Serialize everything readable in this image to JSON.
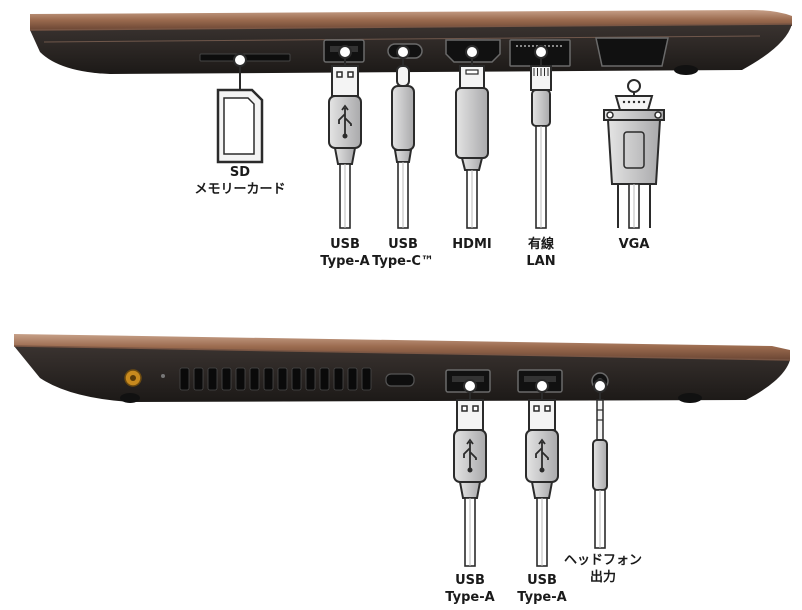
{
  "top_view": {
    "ports": [
      {
        "id": "sd",
        "label_lines": [
          "SD",
          "メモリーカード"
        ]
      },
      {
        "id": "usb-a",
        "label_lines": [
          "USB",
          "Type-A"
        ]
      },
      {
        "id": "usb-c",
        "label_lines": [
          "USB",
          "Type-C™"
        ]
      },
      {
        "id": "hdmi",
        "label_lines": [
          "HDMI"
        ]
      },
      {
        "id": "lan",
        "label_lines": [
          "有線",
          "LAN"
        ]
      },
      {
        "id": "vga",
        "label_lines": [
          "VGA"
        ]
      }
    ]
  },
  "bottom_view": {
    "ports": [
      {
        "id": "usb-a-1",
        "label_lines": [
          "USB",
          "Type-A"
        ]
      },
      {
        "id": "usb-a-2",
        "label_lines": [
          "USB",
          "Type-A"
        ]
      },
      {
        "id": "headphone",
        "label_lines": [
          "ヘッドフォン",
          "出力"
        ]
      }
    ]
  },
  "colors": {
    "chassis_bronze": "#9a6a4e",
    "chassis_dark": "#2a2523",
    "port_frame": "#555555",
    "cable_outline": "#2b2b2b",
    "cable_fill": "#c9c9c9",
    "cable_fill_dark": "#9e9ea0",
    "power_jack": "#c88a1e"
  }
}
